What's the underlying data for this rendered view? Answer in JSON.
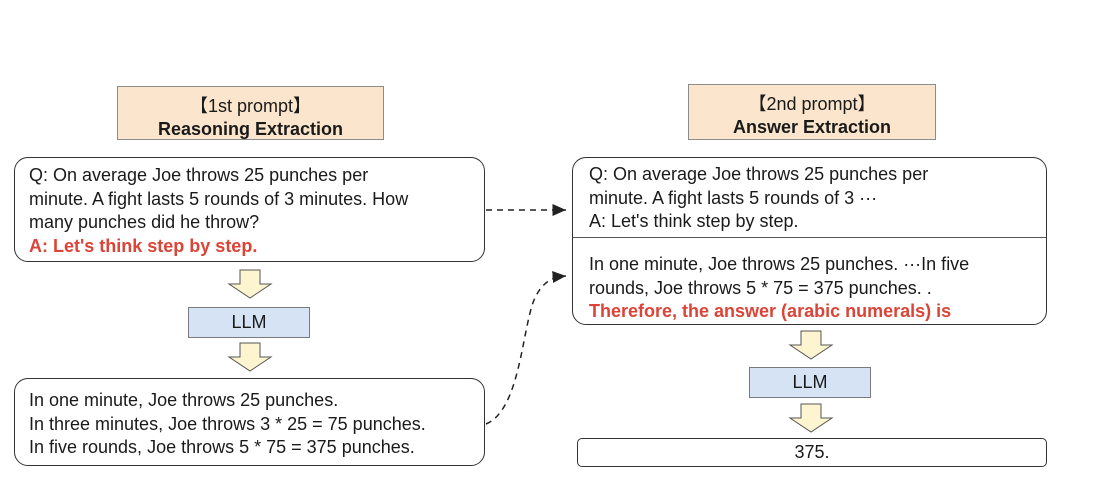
{
  "left": {
    "header": {
      "bracket": "【1st prompt】",
      "title": "Reasoning Extraction"
    },
    "question_lines": [
      "Q: On average Joe throws 25 punches per",
      "minute.  A fight lasts 5 rounds of 3 minutes.  How",
      "many punches did he throw?"
    ],
    "trigger": "A: Let's think step by step.",
    "llm_label": "LLM",
    "output_lines": [
      "In one minute, Joe throws 25 punches.",
      "In three minutes, Joe throws 3 * 25 = 75 punches.",
      "In five rounds, Joe throws 5 * 75 = 375 punches."
    ]
  },
  "right": {
    "header": {
      "bracket": "【2nd prompt】",
      "title": "Answer Extraction"
    },
    "question_lines": [
      "Q: On average Joe throws 25 punches per",
      "minute.  A fight lasts 5 rounds of 3 ···",
      "A: Let's think step by step."
    ],
    "reasoning_lines": [
      "In one minute, Joe throws 25 punches. ···In five",
      "rounds, Joe throws 5 * 75 = 375 punches. ."
    ],
    "trigger": "Therefore, the answer (arabic numerals) is",
    "llm_label": "LLM",
    "answer": "375."
  },
  "colors": {
    "header_fill": "#fbe5cd",
    "llm_fill": "#d6e3f5",
    "arrow_fill": "#fdf5cf",
    "trigger_red": "#db4437"
  }
}
